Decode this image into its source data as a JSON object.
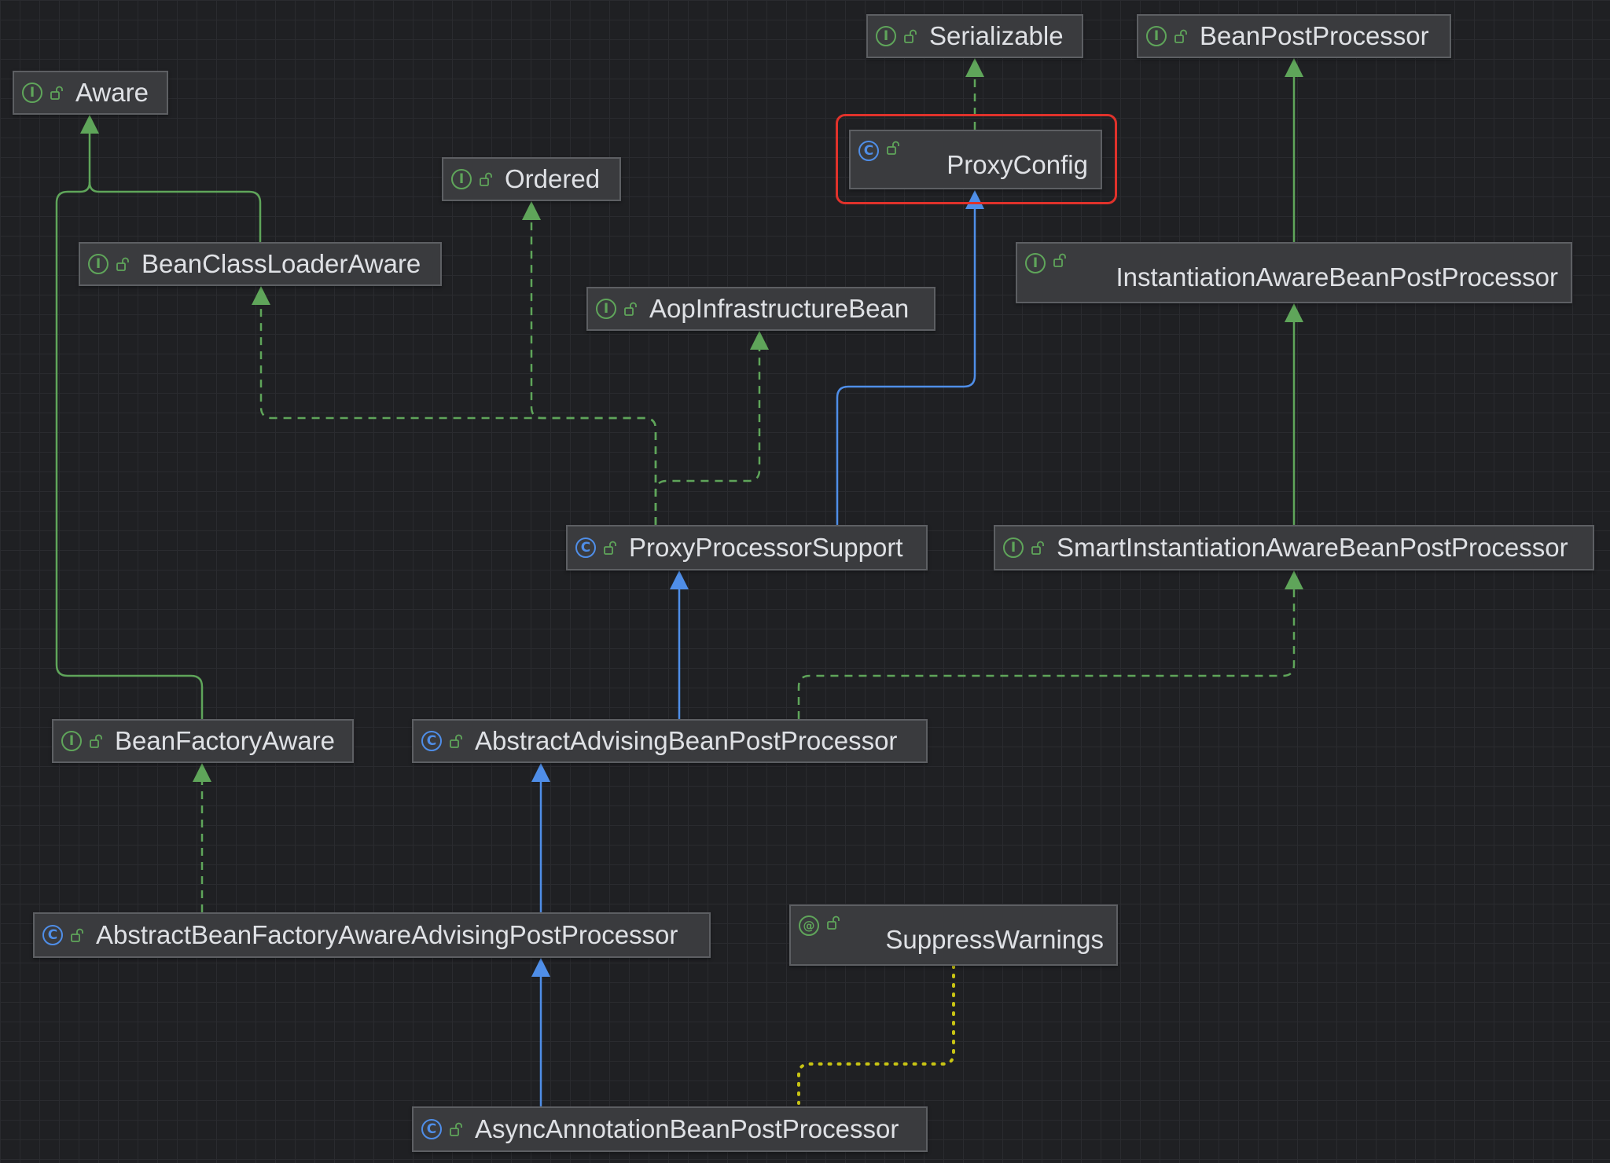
{
  "diagram": {
    "nodes": [
      {
        "id": "aware",
        "kind": "interface",
        "badge": "I",
        "label": "Aware"
      },
      {
        "id": "serializable",
        "kind": "interface",
        "badge": "I",
        "label": "Serializable"
      },
      {
        "id": "beanpostprocessor",
        "kind": "interface",
        "badge": "I",
        "label": "BeanPostProcessor"
      },
      {
        "id": "ordered",
        "kind": "interface",
        "badge": "I",
        "label": "Ordered"
      },
      {
        "id": "proxyconfig",
        "kind": "class",
        "badge": "C",
        "label": "ProxyConfig",
        "highlighted": true
      },
      {
        "id": "beanclassloaderaware",
        "kind": "interface",
        "badge": "I",
        "label": "BeanClassLoaderAware"
      },
      {
        "id": "aopinfrastructurebean",
        "kind": "interface",
        "badge": "I",
        "label": "AopInfrastructureBean"
      },
      {
        "id": "instantiationaware",
        "kind": "interface",
        "badge": "I",
        "label": "InstantiationAwareBeanPostProcessor"
      },
      {
        "id": "proxyprocessorsupport",
        "kind": "class",
        "badge": "C",
        "label": "ProxyProcessorSupport"
      },
      {
        "id": "smartinstantiation",
        "kind": "interface",
        "badge": "I",
        "label": "SmartInstantiationAwareBeanPostProcessor"
      },
      {
        "id": "beanfactoryaware",
        "kind": "interface",
        "badge": "I",
        "label": "BeanFactoryAware"
      },
      {
        "id": "abstractadvising",
        "kind": "class",
        "badge": "C",
        "label": "AbstractAdvisingBeanPostProcessor"
      },
      {
        "id": "abstractbeanfactoryaware",
        "kind": "class",
        "badge": "C",
        "label": "AbstractBeanFactoryAwareAdvisingPostProcessor"
      },
      {
        "id": "suppresswarnings",
        "kind": "annotation",
        "badge": "@",
        "label": "SuppressWarnings"
      },
      {
        "id": "asyncannotation",
        "kind": "class",
        "badge": "C",
        "label": "AsyncAnnotationBeanPostProcessor"
      }
    ],
    "edges": [
      {
        "from": "beanclassloaderaware",
        "to": "aware",
        "style": "extends-interface"
      },
      {
        "from": "beanfactoryaware",
        "to": "aware",
        "style": "extends-interface"
      },
      {
        "from": "proxyconfig",
        "to": "serializable",
        "style": "implements"
      },
      {
        "from": "instantiationaware",
        "to": "beanpostprocessor",
        "style": "extends-interface"
      },
      {
        "from": "smartinstantiation",
        "to": "instantiationaware",
        "style": "extends-interface"
      },
      {
        "from": "proxyprocessorsupport",
        "to": "proxyconfig",
        "style": "extends-class"
      },
      {
        "from": "proxyprocessorsupport",
        "to": "beanclassloaderaware",
        "style": "implements"
      },
      {
        "from": "proxyprocessorsupport",
        "to": "ordered",
        "style": "implements"
      },
      {
        "from": "proxyprocessorsupport",
        "to": "aopinfrastructurebean",
        "style": "implements"
      },
      {
        "from": "abstractadvising",
        "to": "proxyprocessorsupport",
        "style": "extends-class"
      },
      {
        "from": "abstractadvising",
        "to": "smartinstantiation",
        "style": "implements"
      },
      {
        "from": "abstractbeanfactoryaware",
        "to": "abstractadvising",
        "style": "extends-class"
      },
      {
        "from": "abstractbeanfactoryaware",
        "to": "beanfactoryaware",
        "style": "implements"
      },
      {
        "from": "asyncannotation",
        "to": "abstractbeanfactoryaware",
        "style": "extends-class"
      },
      {
        "from": "suppresswarnings",
        "to": "asyncannotation",
        "style": "annotation"
      }
    ]
  },
  "colors": {
    "background": "#1f2023",
    "node_fill": "#3a3b3e",
    "node_border": "#5d5f63",
    "text": "#dfe1e5",
    "interface_green": "#5fa55a",
    "class_blue": "#4f8ee8",
    "annotation_yellow": "#c8c414",
    "highlight_red": "#e0322b"
  }
}
